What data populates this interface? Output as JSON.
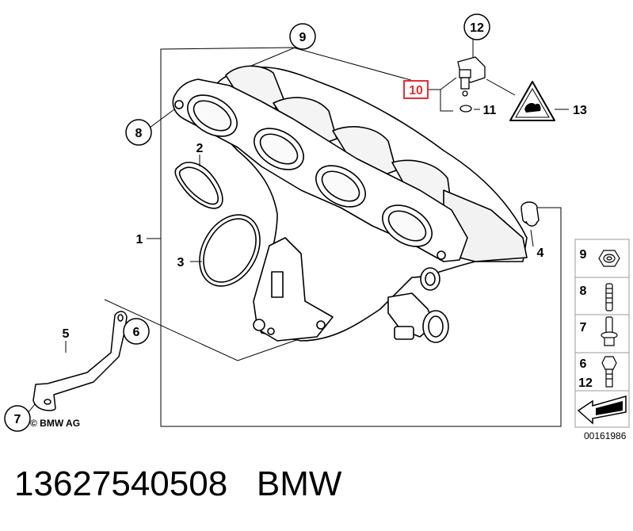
{
  "diagram": {
    "callouts": {
      "c9": "9",
      "c12": "12",
      "c8": "8",
      "c6": "6",
      "c7": "7"
    },
    "labels": {
      "l2": "2",
      "l3": "3",
      "l1": "1",
      "l4": "4",
      "l5": "5",
      "l11": "11",
      "l13": "13"
    },
    "highlighted_label": "10",
    "highlight_color": "#e0313a",
    "copyright": "© BMW AG",
    "document_number": "00161986"
  },
  "side_panel": {
    "rows": [
      {
        "label": "9",
        "icon": "nut-icon"
      },
      {
        "label": "8",
        "icon": "stud-bolt-icon"
      },
      {
        "label": "7",
        "icon": "flange-bolt-icon"
      },
      {
        "label": "6",
        "icon": "hex-bolt-icon",
        "label2": "12"
      },
      {
        "label": "",
        "icon": "arrow-icon"
      }
    ]
  },
  "footer": {
    "part_number": "13627540508",
    "brand": "BMW"
  }
}
